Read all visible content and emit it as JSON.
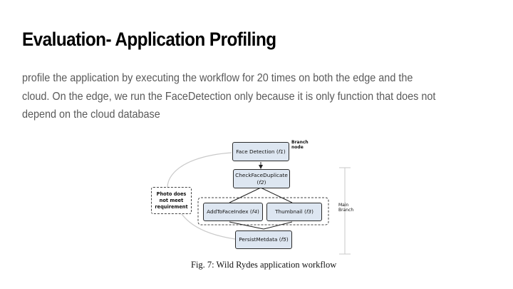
{
  "slide": {
    "title": "Evaluation- Application Profiling",
    "body_lines": [
      "profile the application by executing the workflow for 20 times on both the edge and the",
      "cloud. On the edge, we run the FaceDetection only because it is only function that does not",
      "depend on the cloud database"
    ]
  },
  "figure": {
    "nodes": {
      "f1": {
        "label": "Face Detection",
        "id": "f1"
      },
      "f2": {
        "label": "CheckFaceDuplicate",
        "id": "f2"
      },
      "f4": {
        "label": "AddToFaceIndex",
        "id": "f4"
      },
      "f3": {
        "label": "Thumbnail",
        "id": "f3"
      },
      "f5": {
        "label": "PersistMetdata",
        "id": "f5"
      }
    },
    "branch_note": [
      "Branch",
      "node"
    ],
    "photo_note": [
      "Photo does",
      "not meet",
      "requirement"
    ],
    "main_branch_note": [
      "Main",
      "Branch"
    ],
    "caption": "Fig. 7: Wild Rydes application workflow"
  }
}
